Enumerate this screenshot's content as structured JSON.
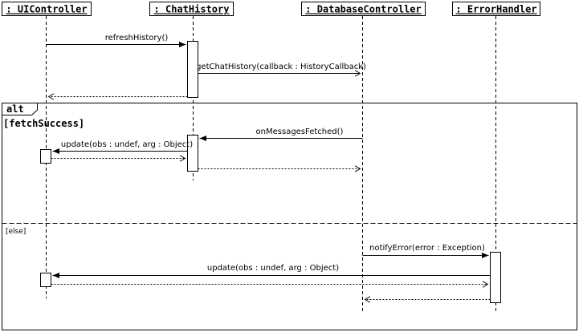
{
  "diagram": {
    "type": "uml-sequence-diagram",
    "colors": {
      "background": "#ffffff",
      "line": "#000000"
    },
    "lifelines": [
      {
        "label": ": UIController"
      },
      {
        "label": ": ChatHistory"
      },
      {
        "label": ": DatabaseController"
      },
      {
        "label": ": ErrorHandler"
      }
    ],
    "fragment": {
      "operator": "alt",
      "guard_success": "[fetchSuccess]",
      "guard_else": "[else]"
    },
    "messages": {
      "refresh_history": {
        "label": "refreshHistory()",
        "from": ": UIController",
        "to": ": ChatHistory",
        "kind": "sync"
      },
      "get_chat_history": {
        "label": "getChatHistory(callback : HistoryCallback)",
        "from": ": ChatHistory",
        "to": ": DatabaseController",
        "kind": "async"
      },
      "reply_to_uicontroller_top": {
        "label": "",
        "from": ": ChatHistory",
        "to": ": UIController",
        "kind": "reply"
      },
      "on_messages_fetched": {
        "label": "onMessagesFetched()",
        "from": ": DatabaseController",
        "to": ": ChatHistory",
        "kind": "sync"
      },
      "update_success": {
        "label": "update(obs : undef, arg : Object)",
        "from": ": ChatHistory",
        "to": ": UIController",
        "kind": "sync"
      },
      "reply_update_success": {
        "label": "",
        "from": ": UIController",
        "to": ": ChatHistory",
        "kind": "reply"
      },
      "reply_on_messages_fetched": {
        "label": "",
        "from": ": ChatHistory",
        "to": ": DatabaseController",
        "kind": "reply"
      },
      "notify_error": {
        "label": "notifyError(error : Exception)",
        "from": ": DatabaseController",
        "to": ": ErrorHandler",
        "kind": "sync"
      },
      "update_else": {
        "label": "update(obs : undef, arg : Object)",
        "from": ": ErrorHandler",
        "to": ": UIController",
        "kind": "sync"
      },
      "reply_update_else": {
        "label": "",
        "from": ": UIController",
        "to": ": ErrorHandler",
        "kind": "reply"
      },
      "reply_notify_error": {
        "label": "",
        "from": ": ErrorHandler",
        "to": ": DatabaseController",
        "kind": "reply"
      }
    }
  }
}
